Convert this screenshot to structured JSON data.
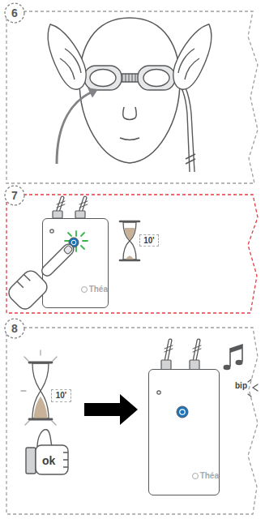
{
  "diagram": {
    "nodes": [
      {
        "text": [
          "6"
        ]
      },
      {
        "text": [
          "7"
        ]
      },
      {
        "text": [
          "10'"
        ]
      },
      {
        "text": [
          "Théa"
        ]
      },
      {
        "text": [
          "8"
        ]
      },
      {
        "text": [
          "10'"
        ]
      },
      {
        "text": [
          "Théa"
        ]
      }
    ],
    "labels": [
      "ok",
      "bip"
    ]
  }
}
